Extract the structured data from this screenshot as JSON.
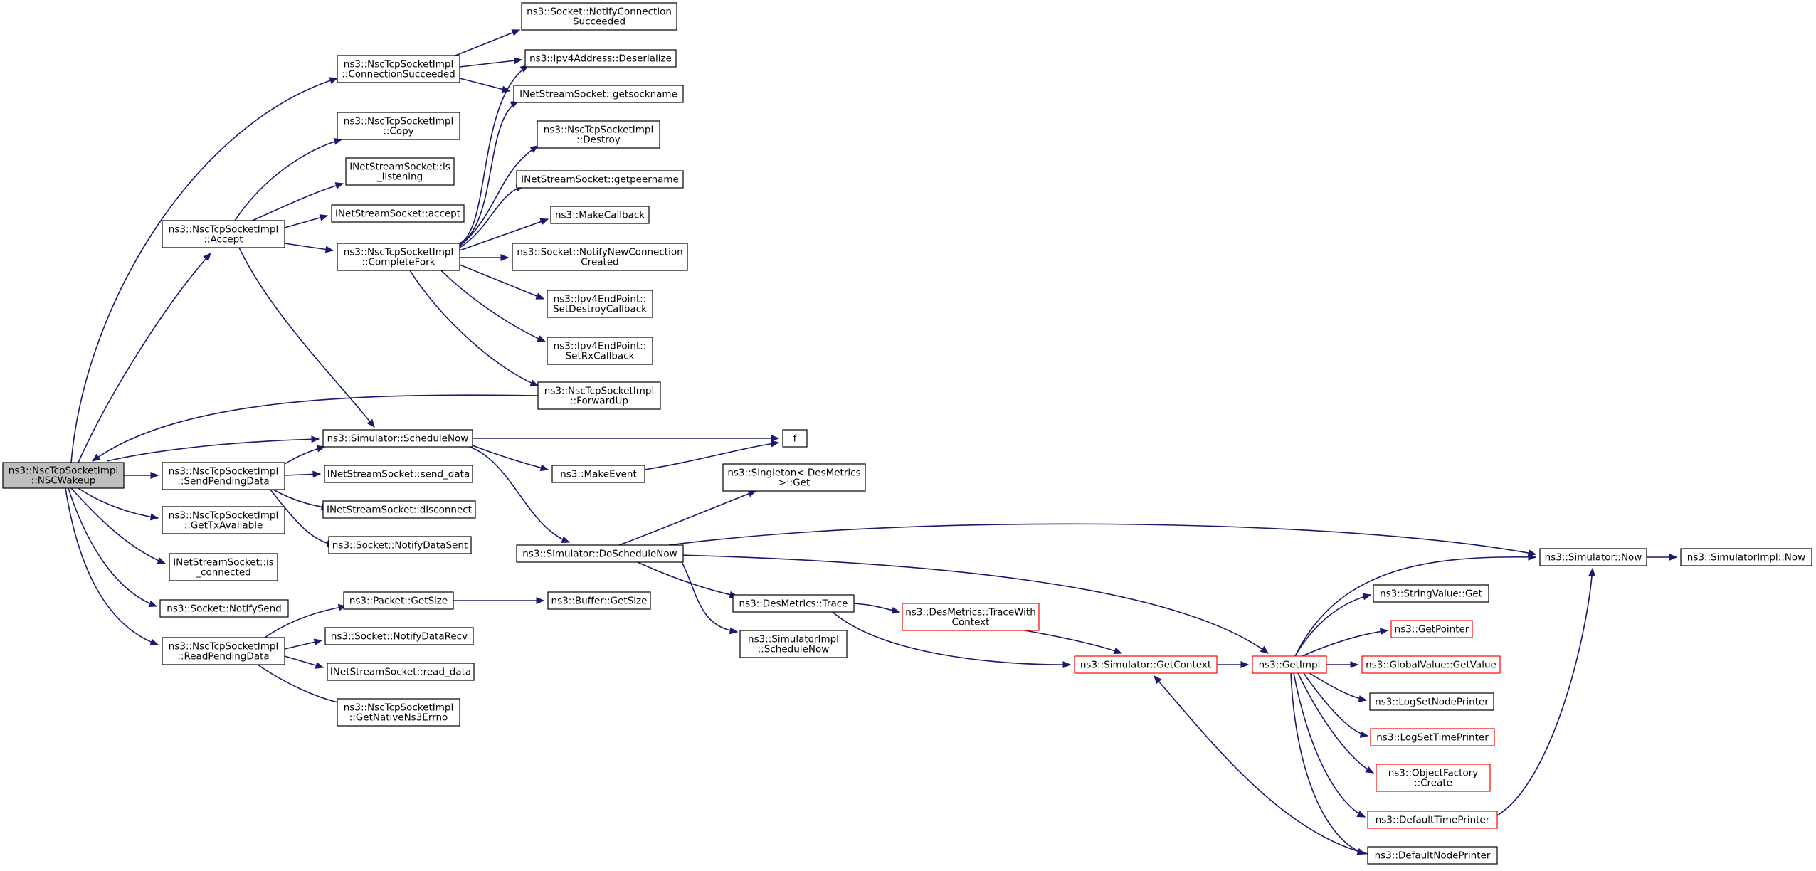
{
  "colors": {
    "edge": "#191970",
    "node_border": "#000000",
    "node_border_truncated": "#ff0000",
    "node_fill": "#ffffff",
    "root_fill": "#bfbfbf",
    "text": "#000000"
  },
  "nodes": [
    {
      "id": "nscwakeup",
      "lines": [
        "ns3::NscTcpSocketImpl",
        "::NSCWakeup"
      ],
      "root": true
    },
    {
      "id": "connsucc",
      "lines": [
        "ns3::NscTcpSocketImpl",
        "::ConnectionSucceeded"
      ]
    },
    {
      "id": "copy",
      "lines": [
        "ns3::NscTcpSocketImpl",
        "::Copy"
      ]
    },
    {
      "id": "islistening",
      "lines": [
        "INetStreamSocket::is",
        "_listening"
      ]
    },
    {
      "id": "accept_inet",
      "lines": [
        "INetStreamSocket::accept"
      ]
    },
    {
      "id": "accept",
      "lines": [
        "ns3::NscTcpSocketImpl",
        "::Accept"
      ]
    },
    {
      "id": "completefork",
      "lines": [
        "ns3::NscTcpSocketImpl",
        "::CompleteFork"
      ]
    },
    {
      "id": "notifyconnsucc",
      "lines": [
        "ns3::Socket::NotifyConnection",
        "Succeeded"
      ]
    },
    {
      "id": "ipv4deser",
      "lines": [
        "ns3::Ipv4Address::Deserialize"
      ]
    },
    {
      "id": "getsockname",
      "lines": [
        "INetStreamSocket::getsockname"
      ]
    },
    {
      "id": "destroy",
      "lines": [
        "ns3::NscTcpSocketImpl",
        "::Destroy"
      ]
    },
    {
      "id": "getpeername",
      "lines": [
        "INetStreamSocket::getpeername"
      ]
    },
    {
      "id": "makecallback",
      "lines": [
        "ns3::MakeCallback"
      ]
    },
    {
      "id": "notifynewconn",
      "lines": [
        "ns3::Socket::NotifyNewConnection",
        "Created"
      ]
    },
    {
      "id": "setdestroy",
      "lines": [
        "ns3::Ipv4EndPoint::",
        "SetDestroyCallback"
      ]
    },
    {
      "id": "setrx",
      "lines": [
        "ns3::Ipv4EndPoint::",
        "SetRxCallback"
      ]
    },
    {
      "id": "forwardup",
      "lines": [
        "ns3::NscTcpSocketImpl",
        "::ForwardUp"
      ]
    },
    {
      "id": "schedulenow",
      "lines": [
        "ns3::Simulator::ScheduleNow"
      ]
    },
    {
      "id": "f",
      "lines": [
        "f"
      ]
    },
    {
      "id": "makeevent",
      "lines": [
        "ns3::MakeEvent"
      ]
    },
    {
      "id": "sendpending",
      "lines": [
        "ns3::NscTcpSocketImpl",
        "::SendPendingData"
      ]
    },
    {
      "id": "senddata",
      "lines": [
        "INetStreamSocket::send_data"
      ]
    },
    {
      "id": "disconnect",
      "lines": [
        "INetStreamSocket::disconnect"
      ]
    },
    {
      "id": "notifydatasent",
      "lines": [
        "ns3::Socket::NotifyDataSent"
      ]
    },
    {
      "id": "gettxavail",
      "lines": [
        "ns3::NscTcpSocketImpl",
        "::GetTxAvailable"
      ]
    },
    {
      "id": "isconnected",
      "lines": [
        "INetStreamSocket::is",
        "_connected"
      ]
    },
    {
      "id": "notifysend",
      "lines": [
        "ns3::Socket::NotifySend"
      ]
    },
    {
      "id": "readpending",
      "lines": [
        "ns3::NscTcpSocketImpl",
        "::ReadPendingData"
      ]
    },
    {
      "id": "packetgetsize",
      "lines": [
        "ns3::Packet::GetSize"
      ]
    },
    {
      "id": "buffergetsize",
      "lines": [
        "ns3::Buffer::GetSize"
      ]
    },
    {
      "id": "notifydatarecv",
      "lines": [
        "ns3::Socket::NotifyDataRecv"
      ]
    },
    {
      "id": "readdata",
      "lines": [
        "INetStreamSocket::read_data"
      ]
    },
    {
      "id": "getnativeerrno",
      "lines": [
        "ns3::NscTcpSocketImpl",
        "::GetNativeNs3Errno"
      ]
    },
    {
      "id": "singletonget",
      "lines": [
        "ns3::Singleton< DesMetrics",
        ">::Get"
      ]
    },
    {
      "id": "doschedulenow",
      "lines": [
        "ns3::Simulator::DoScheduleNow"
      ]
    },
    {
      "id": "desmetricstrace",
      "lines": [
        "ns3::DesMetrics::Trace"
      ]
    },
    {
      "id": "simimplschednow",
      "lines": [
        "ns3::SimulatorImpl",
        "::ScheduleNow"
      ]
    },
    {
      "id": "tracewithctx",
      "lines": [
        "ns3::DesMetrics::TraceWith",
        "Context"
      ],
      "truncated": true
    },
    {
      "id": "simgetcontext",
      "lines": [
        "ns3::Simulator::GetContext"
      ],
      "truncated": true
    },
    {
      "id": "getimpl",
      "lines": [
        "ns3::GetImpl"
      ],
      "truncated": true
    },
    {
      "id": "simnow",
      "lines": [
        "ns3::Simulator::Now"
      ]
    },
    {
      "id": "simimplnow",
      "lines": [
        "ns3::SimulatorImpl::Now"
      ]
    },
    {
      "id": "stringvalueget",
      "lines": [
        "ns3::StringValue::Get"
      ]
    },
    {
      "id": "getpointer",
      "lines": [
        "ns3::GetPointer"
      ],
      "truncated": true
    },
    {
      "id": "globalvalueget",
      "lines": [
        "ns3::GlobalValue::GetValue"
      ],
      "truncated": true
    },
    {
      "id": "logsetnode",
      "lines": [
        "ns3::LogSetNodePrinter"
      ]
    },
    {
      "id": "logsettime",
      "lines": [
        "ns3::LogSetTimePrinter"
      ],
      "truncated": true
    },
    {
      "id": "objfactorycreate",
      "lines": [
        "ns3::ObjectFactory",
        "::Create"
      ],
      "truncated": true
    },
    {
      "id": "defaulttime",
      "lines": [
        "ns3::DefaultTimePrinter"
      ],
      "truncated": true
    },
    {
      "id": "defaultnode",
      "lines": [
        "ns3::DefaultNodePrinter"
      ]
    }
  ],
  "edges": [
    [
      "nscwakeup",
      "connsucc"
    ],
    [
      "nscwakeup",
      "accept"
    ],
    [
      "nscwakeup",
      "schedulenow"
    ],
    [
      "nscwakeup",
      "sendpending"
    ],
    [
      "nscwakeup",
      "gettxavail"
    ],
    [
      "nscwakeup",
      "isconnected"
    ],
    [
      "nscwakeup",
      "notifysend"
    ],
    [
      "nscwakeup",
      "readpending"
    ],
    [
      "connsucc",
      "notifyconnsucc"
    ],
    [
      "connsucc",
      "ipv4deser"
    ],
    [
      "connsucc",
      "getsockname"
    ],
    [
      "accept",
      "copy"
    ],
    [
      "accept",
      "islistening"
    ],
    [
      "accept",
      "accept_inet"
    ],
    [
      "accept",
      "completefork"
    ],
    [
      "accept",
      "schedulenow"
    ],
    [
      "completefork",
      "ipv4deser"
    ],
    [
      "completefork",
      "getsockname"
    ],
    [
      "completefork",
      "destroy"
    ],
    [
      "completefork",
      "getpeername"
    ],
    [
      "completefork",
      "makecallback"
    ],
    [
      "completefork",
      "notifynewconn"
    ],
    [
      "completefork",
      "setdestroy"
    ],
    [
      "completefork",
      "setrx"
    ],
    [
      "completefork",
      "forwardup"
    ],
    [
      "forwardup",
      "nscwakeup"
    ],
    [
      "schedulenow",
      "f"
    ],
    [
      "schedulenow",
      "makeevent"
    ],
    [
      "schedulenow",
      "doschedulenow"
    ],
    [
      "makeevent",
      "f"
    ],
    [
      "sendpending",
      "schedulenow"
    ],
    [
      "sendpending",
      "senddata"
    ],
    [
      "sendpending",
      "disconnect"
    ],
    [
      "sendpending",
      "notifydatasent"
    ],
    [
      "readpending",
      "packetgetsize"
    ],
    [
      "readpending",
      "notifydatarecv"
    ],
    [
      "readpending",
      "readdata"
    ],
    [
      "readpending",
      "getnativeerrno"
    ],
    [
      "packetgetsize",
      "buffergetsize"
    ],
    [
      "doschedulenow",
      "singletonget"
    ],
    [
      "doschedulenow",
      "simnow"
    ],
    [
      "doschedulenow",
      "getimpl"
    ],
    [
      "doschedulenow",
      "desmetricstrace"
    ],
    [
      "doschedulenow",
      "simimplschednow"
    ],
    [
      "desmetricstrace",
      "tracewithctx"
    ],
    [
      "desmetricstrace",
      "simgetcontext"
    ],
    [
      "tracewithctx",
      "simgetcontext"
    ],
    [
      "simgetcontext",
      "getimpl"
    ],
    [
      "getimpl",
      "simnow"
    ],
    [
      "getimpl",
      "stringvalueget"
    ],
    [
      "getimpl",
      "getpointer"
    ],
    [
      "getimpl",
      "globalvalueget"
    ],
    [
      "getimpl",
      "logsetnode"
    ],
    [
      "getimpl",
      "logsettime"
    ],
    [
      "getimpl",
      "objfactorycreate"
    ],
    [
      "getimpl",
      "defaulttime"
    ],
    [
      "getimpl",
      "defaultnode"
    ],
    [
      "defaultnode",
      "simgetcontext"
    ],
    [
      "defaulttime",
      "simnow"
    ],
    [
      "simnow",
      "simimplnow"
    ]
  ]
}
